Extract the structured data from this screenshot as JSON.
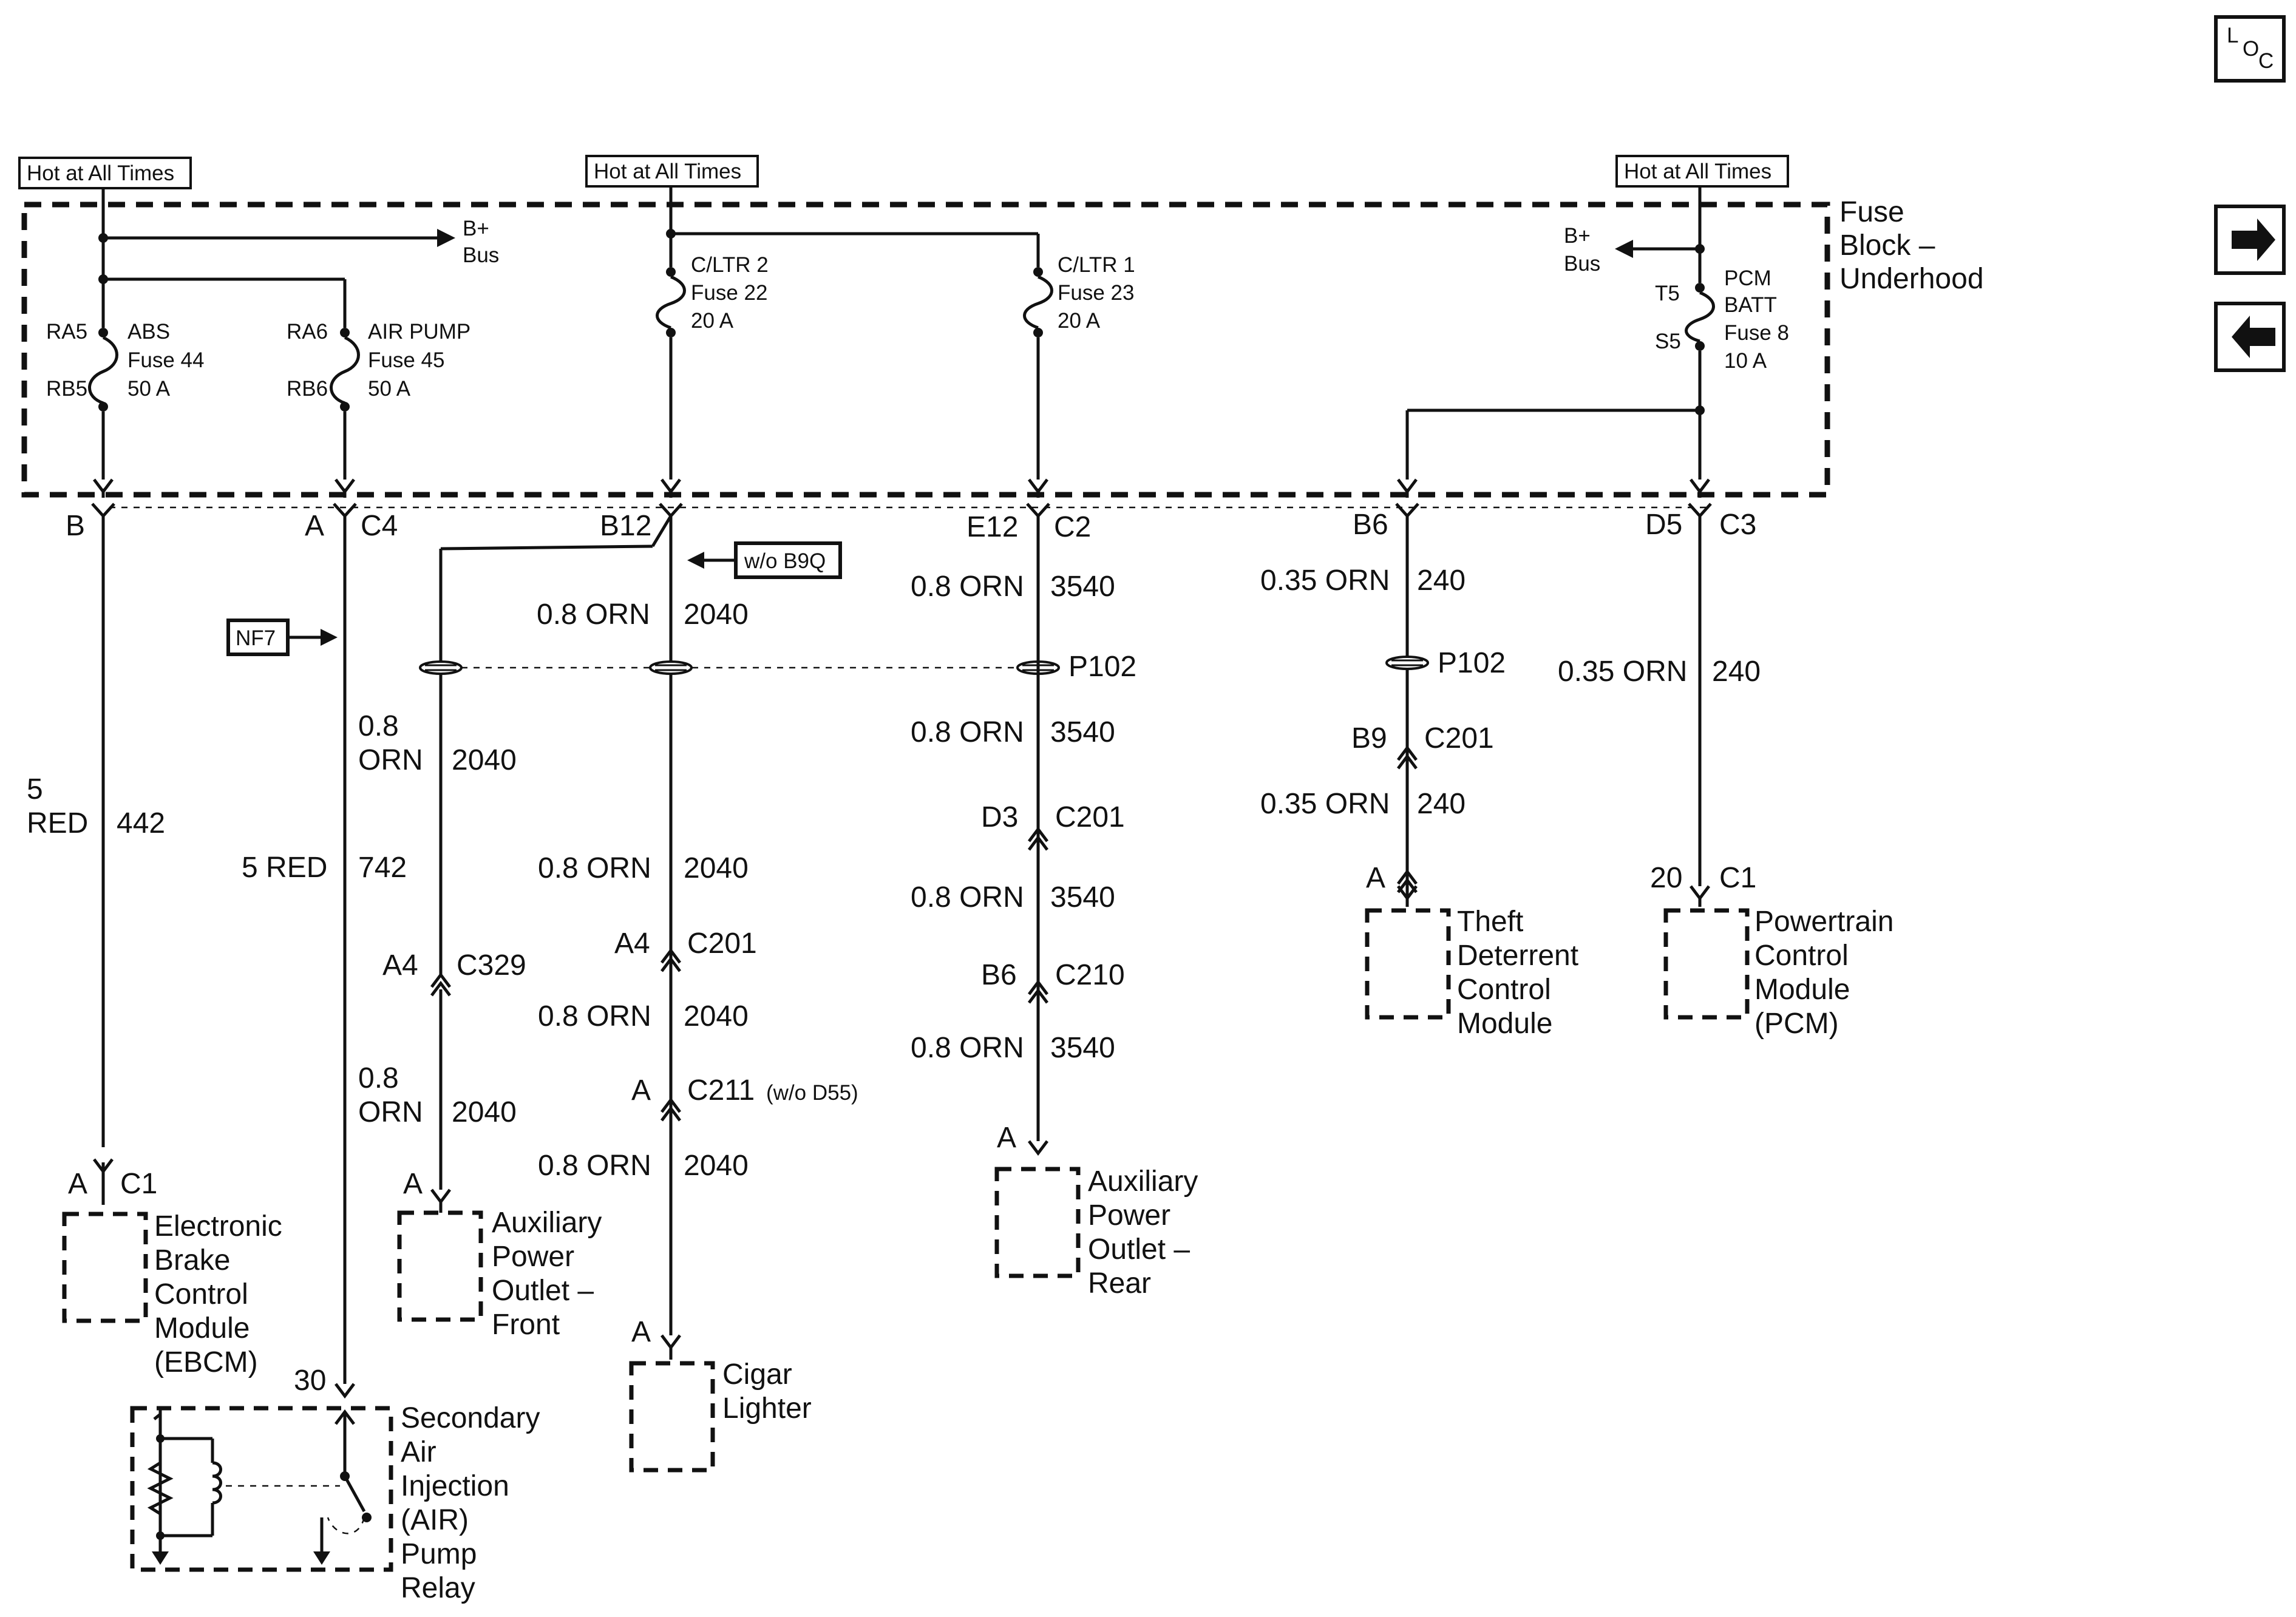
{
  "title": "",
  "loc_badge": {
    "l": "L",
    "o": "O",
    "c": "C"
  },
  "nav": {
    "next_icon": "arrow-right-icon",
    "prev_icon": "arrow-left-icon"
  },
  "fuse_block": {
    "label_1": "Fuse",
    "label_2": "Block –",
    "label_3": "Underhood"
  },
  "hot_labels": [
    "Hot at All Times",
    "Hot at All Times",
    "Hot at All Times"
  ],
  "bus": {
    "left_1": "B+",
    "left_2": "Bus",
    "right_1": "B+",
    "right_2": "Bus"
  },
  "fuses": {
    "abs": {
      "pin_top": "RA5",
      "pin_bot": "RB5",
      "name": "ABS",
      "fuse": "Fuse 44",
      "amps": "50 A"
    },
    "air": {
      "pin_top": "RA6",
      "pin_bot": "RB6",
      "name": "AIR PUMP",
      "fuse": "Fuse 45",
      "amps": "50 A"
    },
    "cltr2": {
      "name": "C/LTR 2",
      "fuse": "Fuse  22",
      "amps": "20 A"
    },
    "cltr1": {
      "name": "C/LTR 1",
      "fuse": "Fuse 23",
      "amps": "20 A"
    },
    "pcm": {
      "pin_top": "T5",
      "pin_bot": "S5",
      "name_1": "PCM",
      "name_2": "BATT",
      "fuse": "Fuse 8",
      "amps": "10 A"
    }
  },
  "connectors": {
    "b": "B",
    "a": "A",
    "c4": "C4",
    "b12": "B12",
    "e12": "E12",
    "c2": "C2",
    "b6": "B6",
    "d5": "D5",
    "c3": "C3",
    "p102_a": "P102",
    "p102_b": "P102",
    "a4_c329_pin": "A4",
    "c329": "C329",
    "a4_c201_pin": "A4",
    "c201_a": "C201",
    "a_c211_pin": "A",
    "c211": "C211",
    "c211_note": "(w/o D55)",
    "d3": "D3",
    "c201_b": "C201",
    "b6_c210": "B6",
    "c210": "C210",
    "b9": "B9",
    "c201_c": "C201"
  },
  "options": {
    "wo_b9q": "w/o B9Q",
    "nf7": "NF7"
  },
  "wires": {
    "w442_size_1": "5",
    "w442_size_2": "RED",
    "w442_num": "442",
    "w742_size": "5 RED",
    "w742_num": "742",
    "w2040_a_size": "0.8 ORN",
    "w2040_a_num": "2040",
    "w2040_b_size_1": "0.8",
    "w2040_b_size_2": "ORN",
    "w2040_b_num": "2040",
    "w2040_c_size_1": "0.8",
    "w2040_c_size_2": "ORN",
    "w2040_c_num": "2040",
    "w2040_d_size": "0.8 ORN",
    "w2040_d_num": "2040",
    "w2040_e_size": "0.8 ORN",
    "w2040_e_num": "2040",
    "w2040_f_size": "0.8 ORN",
    "w2040_f_num": "2040",
    "w3540_a_size": "0.8 ORN",
    "w3540_a_num": "3540",
    "w3540_b_size": "0.8 ORN",
    "w3540_b_num": "3540",
    "w3540_c_size": "0.8 ORN",
    "w3540_c_num": "3540",
    "w3540_d_size": "0.8 ORN",
    "w3540_d_num": "3540",
    "w240_a_size": "0.35 ORN",
    "w240_a_num": "240",
    "w240_b_size": "0.35 ORN",
    "w240_b_num": "240",
    "w240_c_size": "0.35 ORN",
    "w240_c_num": "240"
  },
  "components": {
    "ebcm": {
      "pin": "A",
      "conn": "C1",
      "lines": [
        "Electronic",
        "Brake",
        "Control",
        "Module",
        "(EBCM)"
      ]
    },
    "apo_front": {
      "pin": "A",
      "lines": [
        "Auxiliary",
        "Power",
        "Outlet –",
        "Front"
      ]
    },
    "cigar": {
      "pin": "A",
      "lines": [
        "Cigar",
        "Lighter"
      ]
    },
    "apo_rear": {
      "pin": "A",
      "lines": [
        "Auxiliary",
        "Power",
        "Outlet –",
        "Rear"
      ]
    },
    "theft": {
      "pin": "A",
      "lines": [
        "Theft",
        "Deterrent",
        "Control",
        "Module"
      ]
    },
    "pcm": {
      "pin": "20",
      "conn": "C1",
      "lines": [
        "Powertrain",
        "Control",
        "Module",
        "(PCM)"
      ]
    },
    "air_relay": {
      "pin": "30",
      "lines": [
        "Secondary",
        "Air",
        "Injection",
        "(AIR)",
        "Pump",
        "Relay"
      ]
    }
  }
}
